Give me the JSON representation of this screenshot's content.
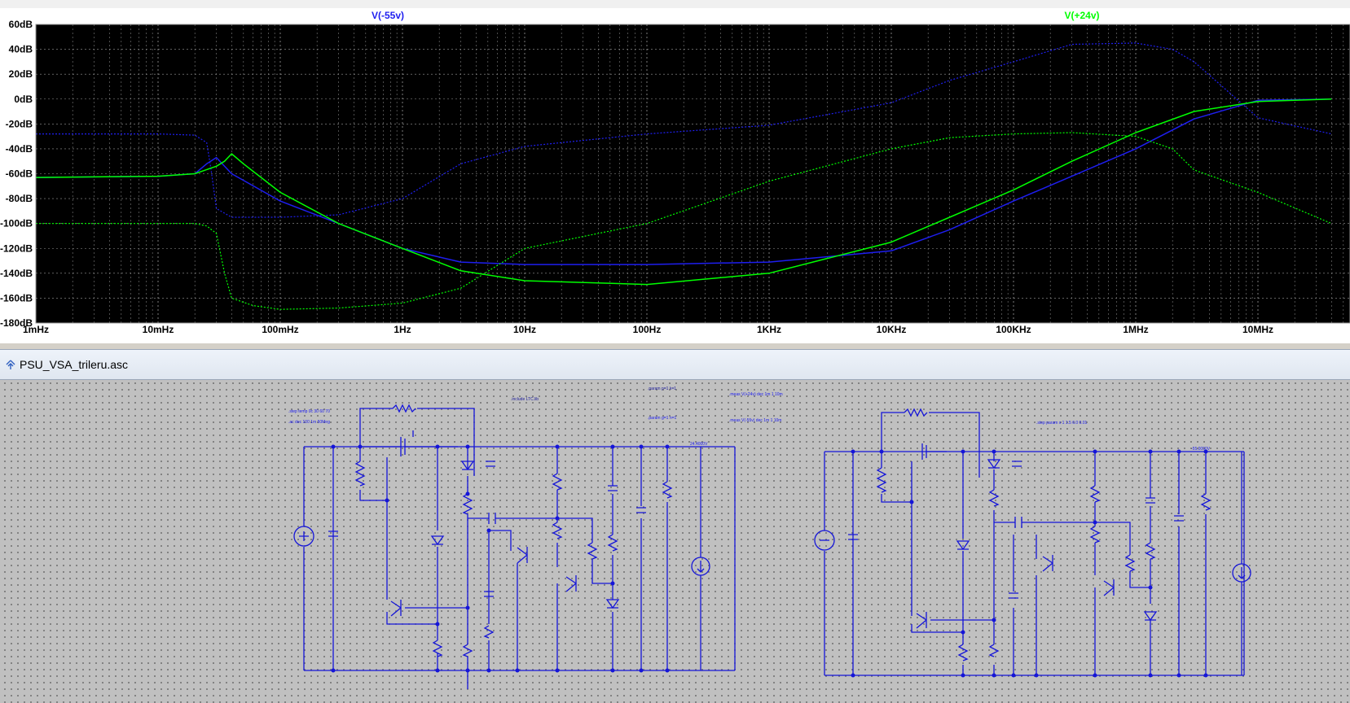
{
  "plot": {
    "trace_labels": [
      {
        "text": "V(-55v)",
        "color": "#1e1ef0"
      },
      {
        "text": "V(+24v)",
        "color": "#00ff00"
      }
    ],
    "y_ticks": [
      "60dB",
      "40dB",
      "20dB",
      "0dB",
      "-20dB",
      "-40dB",
      "-60dB",
      "-80dB",
      "-100dB",
      "-120dB",
      "-140dB",
      "-160dB",
      "-180dB"
    ],
    "x_ticks": [
      "1mHz",
      "10mHz",
      "100mHz",
      "1Hz",
      "10Hz",
      "100Hz",
      "1KHz",
      "10KHz",
      "100KHz",
      "1MHz",
      "10MHz"
    ],
    "colors": {
      "background": "#000000",
      "grid": "#9a9a9a",
      "trace_blue": "#1e1ef0",
      "trace_green": "#00ff00"
    }
  },
  "chart_data": {
    "type": "line",
    "x_scale": "log",
    "xlim": [
      "1mHz",
      "40MHz"
    ],
    "ylim": [
      -180,
      60
    ],
    "grid": true,
    "series": [
      {
        "name": "V(-55v)",
        "style": "solid",
        "color": "#1e1ef0",
        "x": [
          0.001,
          0.01,
          0.02,
          0.025,
          0.03,
          0.04,
          0.1,
          0.3,
          1,
          3,
          10,
          100,
          1000,
          10000,
          30000,
          100000,
          300000,
          1000000,
          3000000,
          10000000,
          40000000
        ],
        "y": [
          -63,
          -62,
          -60,
          -52,
          -47,
          -60,
          -82,
          -100,
          -120,
          -131,
          -133,
          -133,
          -131,
          -122,
          -105,
          -82,
          -62,
          -40,
          -16,
          -1,
          0
        ]
      },
      {
        "name": "V(-55v)",
        "style": "dotted",
        "color": "#1e1ef0",
        "x": [
          0.001,
          0.01,
          0.02,
          0.025,
          0.027,
          0.03,
          0.04,
          0.1,
          0.3,
          1,
          3,
          10,
          100,
          1000,
          10000,
          30000,
          100000,
          300000,
          1000000,
          2000000,
          3000000,
          10000000,
          40000000
        ],
        "y": [
          -28,
          -28,
          -29,
          -35,
          -55,
          -88,
          -95,
          -95,
          -93,
          -80,
          -52,
          -38,
          -28,
          -21,
          -3,
          15,
          30,
          44,
          45,
          40,
          30,
          -15,
          -28
        ]
      },
      {
        "name": "V(+24v)",
        "style": "solid",
        "color": "#00ff00",
        "x": [
          0.001,
          0.01,
          0.02,
          0.03,
          0.035,
          0.04,
          0.05,
          0.1,
          0.3,
          1,
          3,
          10,
          100,
          1000,
          10000,
          30000,
          100000,
          300000,
          1000000,
          3000000,
          10000000,
          40000000
        ],
        "y": [
          -63,
          -62,
          -60,
          -54,
          -50,
          -44,
          -52,
          -75,
          -100,
          -120,
          -138,
          -146,
          -149,
          -140,
          -115,
          -95,
          -73,
          -50,
          -27,
          -10,
          -2,
          0
        ]
      },
      {
        "name": "V(+24v)",
        "style": "dotted",
        "color": "#00ff00",
        "x": [
          0.001,
          0.01,
          0.02,
          0.025,
          0.03,
          0.035,
          0.04,
          0.06,
          0.1,
          0.3,
          1,
          3,
          10,
          100,
          1000,
          10000,
          30000,
          100000,
          300000,
          1000000,
          2000000,
          3000000,
          10000000,
          40000000
        ],
        "y": [
          -100,
          -100,
          -100,
          -102,
          -108,
          -140,
          -160,
          -166,
          -169,
          -168,
          -164,
          -152,
          -120,
          -100,
          -66,
          -40,
          -31,
          -28,
          -27,
          -30,
          -40,
          -57,
          -75,
          -100
        ]
      }
    ]
  },
  "schematic": {
    "window_title": "PSU_VSA_trileru.asc",
    "texts": [
      ".step temp 0c 30 60 70",
      ".ac dec 100 1m 50Meg",
      ".include LTC.lib",
      ".param p=1 k=1",
      ".param g=1 n=1",
      ".meas V(+24v) dec 1m 1 10m",
      ".meas V(-55v) dec 1m 1 10m",
      ".step param x 1 1.5 6.0 0.01",
      "24.4000V",
      "-55.0000V"
    ]
  }
}
